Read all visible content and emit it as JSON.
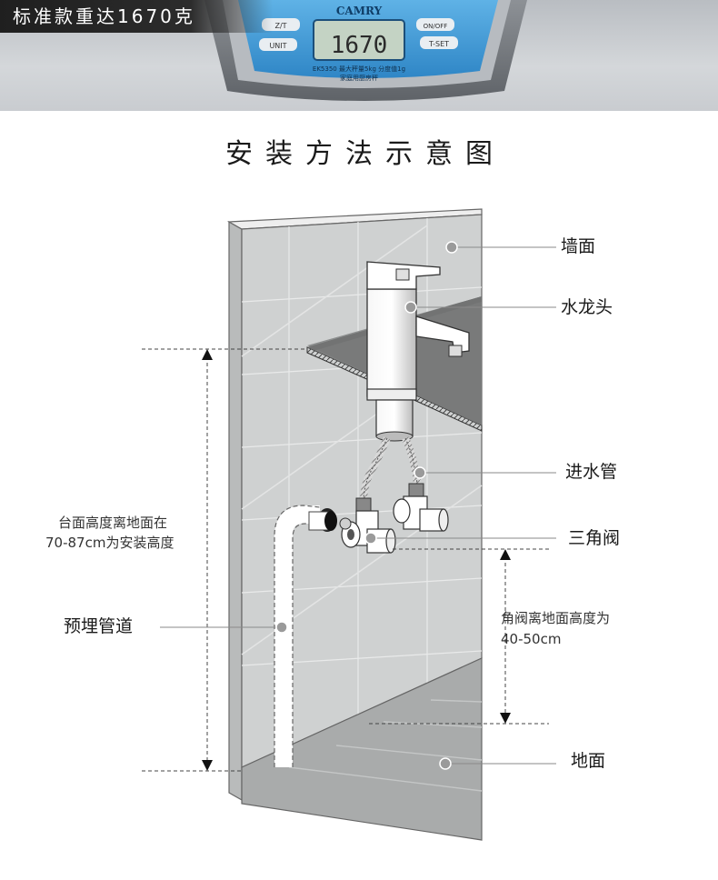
{
  "banner": {
    "tag_text": "标准款重达1670克",
    "scale_brand": "CAMRY",
    "scale_display": "1670",
    "scale_buttons": [
      "Z/T",
      "UNIT",
      "ON/OFF",
      "T-SET"
    ],
    "scale_model": "EK5350  最大秤量5kg  分度值1g",
    "scale_caption": "家庭用厨房秤"
  },
  "title": "安装方法示意图",
  "labels": {
    "wall": "墙面",
    "faucet": "水龙头",
    "inlet_hose": "进水管",
    "angle_valve": "三角阀",
    "floor": "地面",
    "embedded_pipe": "预埋管道",
    "counter_height_line1": "台面高度离地面在",
    "counter_height_line2": "70-87cm为安装高度",
    "valve_height_line1": "角阀离地面高度为",
    "valve_height_line2": "40-50cm"
  },
  "colors": {
    "wall_face": "#cfd1d1",
    "wall_edge": "#f2f2f2",
    "floor": "#a9abab",
    "counter": "#6f7171",
    "scale_panel": "#3f9bd6",
    "dashed_line": "#444444"
  }
}
